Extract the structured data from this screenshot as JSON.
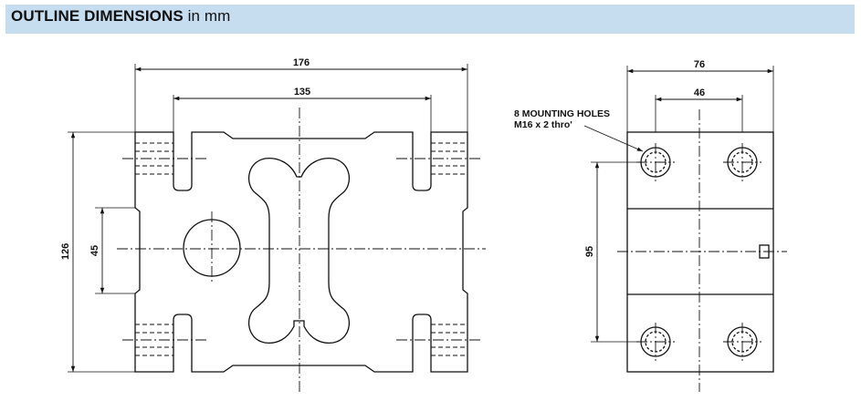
{
  "title": {
    "main": "OUTLINE DIMENSIONS",
    "unit": "in mm"
  },
  "front_view": {
    "overall_width": "176",
    "slot_spacing": "135",
    "overall_height": "126",
    "side_window": "45"
  },
  "side_view": {
    "overall_width": "76",
    "hole_spacing_horizontal": "46",
    "hole_spacing_vertical": "95",
    "note_line1": "8 MOUNTING HOLES",
    "note_line2": "M16 x 2 thro'"
  },
  "colors": {
    "banner": "#c6dcef",
    "ink": "#111111"
  }
}
